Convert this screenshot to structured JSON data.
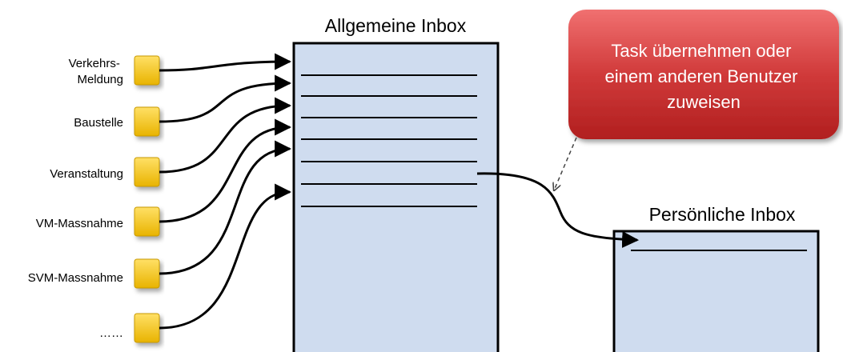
{
  "general_inbox": {
    "title": "Allgemeine Inbox"
  },
  "personal_inbox": {
    "title": "Persönliche Inbox"
  },
  "callout": {
    "lines": [
      "Task übernehmen oder",
      "einem anderen Benutzer",
      "zuweisen"
    ],
    "color": "#c62828"
  },
  "sources": [
    {
      "label_lines": [
        "Verkehrs-",
        "Meldung"
      ]
    },
    {
      "label_lines": [
        "Baustelle"
      ]
    },
    {
      "label_lines": [
        "Veranstaltung"
      ]
    },
    {
      "label_lines": [
        "VM-Massnahme"
      ]
    },
    {
      "label_lines": [
        "SVM-Massnahme"
      ]
    },
    {
      "label_lines": [
        "……"
      ]
    }
  ],
  "colors": {
    "inbox_fill": "#cfdcef",
    "note_fill": "#f5c518",
    "note_stroke": "#c99a00",
    "line": "#000000"
  }
}
